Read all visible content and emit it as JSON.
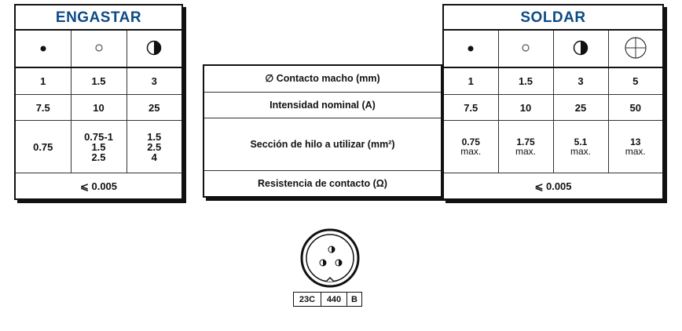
{
  "engastar": {
    "title": "ENGASTAR",
    "icons": [
      "dot-small-filled",
      "circle-small-open",
      "circle-half-filled"
    ],
    "contact_diameter": [
      "1",
      "1.5",
      "3"
    ],
    "nominal_current": [
      "7.5",
      "10",
      "25"
    ],
    "wire_section": [
      [
        "0.75"
      ],
      [
        "0.75-1",
        "1.5",
        "2.5"
      ],
      [
        "1.5",
        "2.5",
        "4"
      ]
    ],
    "contact_resistance": "⩽ 0.005"
  },
  "labels": {
    "contact_diameter": "∅ Contacto macho (mm)",
    "nominal_current": "Intensidad nominal (A)",
    "wire_section": "Sección de hilo a utilizar (mm²)",
    "contact_resistance": "Resistencia de contacto (Ω)"
  },
  "soldar": {
    "title": "SOLDAR",
    "icons": [
      "dot-small-filled",
      "circle-small-open",
      "circle-half-filled",
      "circle-crosshair"
    ],
    "contact_diameter": [
      "1",
      "1.5",
      "3",
      "5"
    ],
    "nominal_current": [
      "7.5",
      "10",
      "25",
      "50"
    ],
    "wire_section": [
      [
        "0.75",
        "max."
      ],
      [
        "1.75",
        "max."
      ],
      [
        "5.1",
        "max."
      ],
      [
        "13",
        "max."
      ]
    ],
    "contact_resistance": "⩽ 0.005"
  },
  "connector_label": [
    "23C",
    "440",
    "B"
  ]
}
